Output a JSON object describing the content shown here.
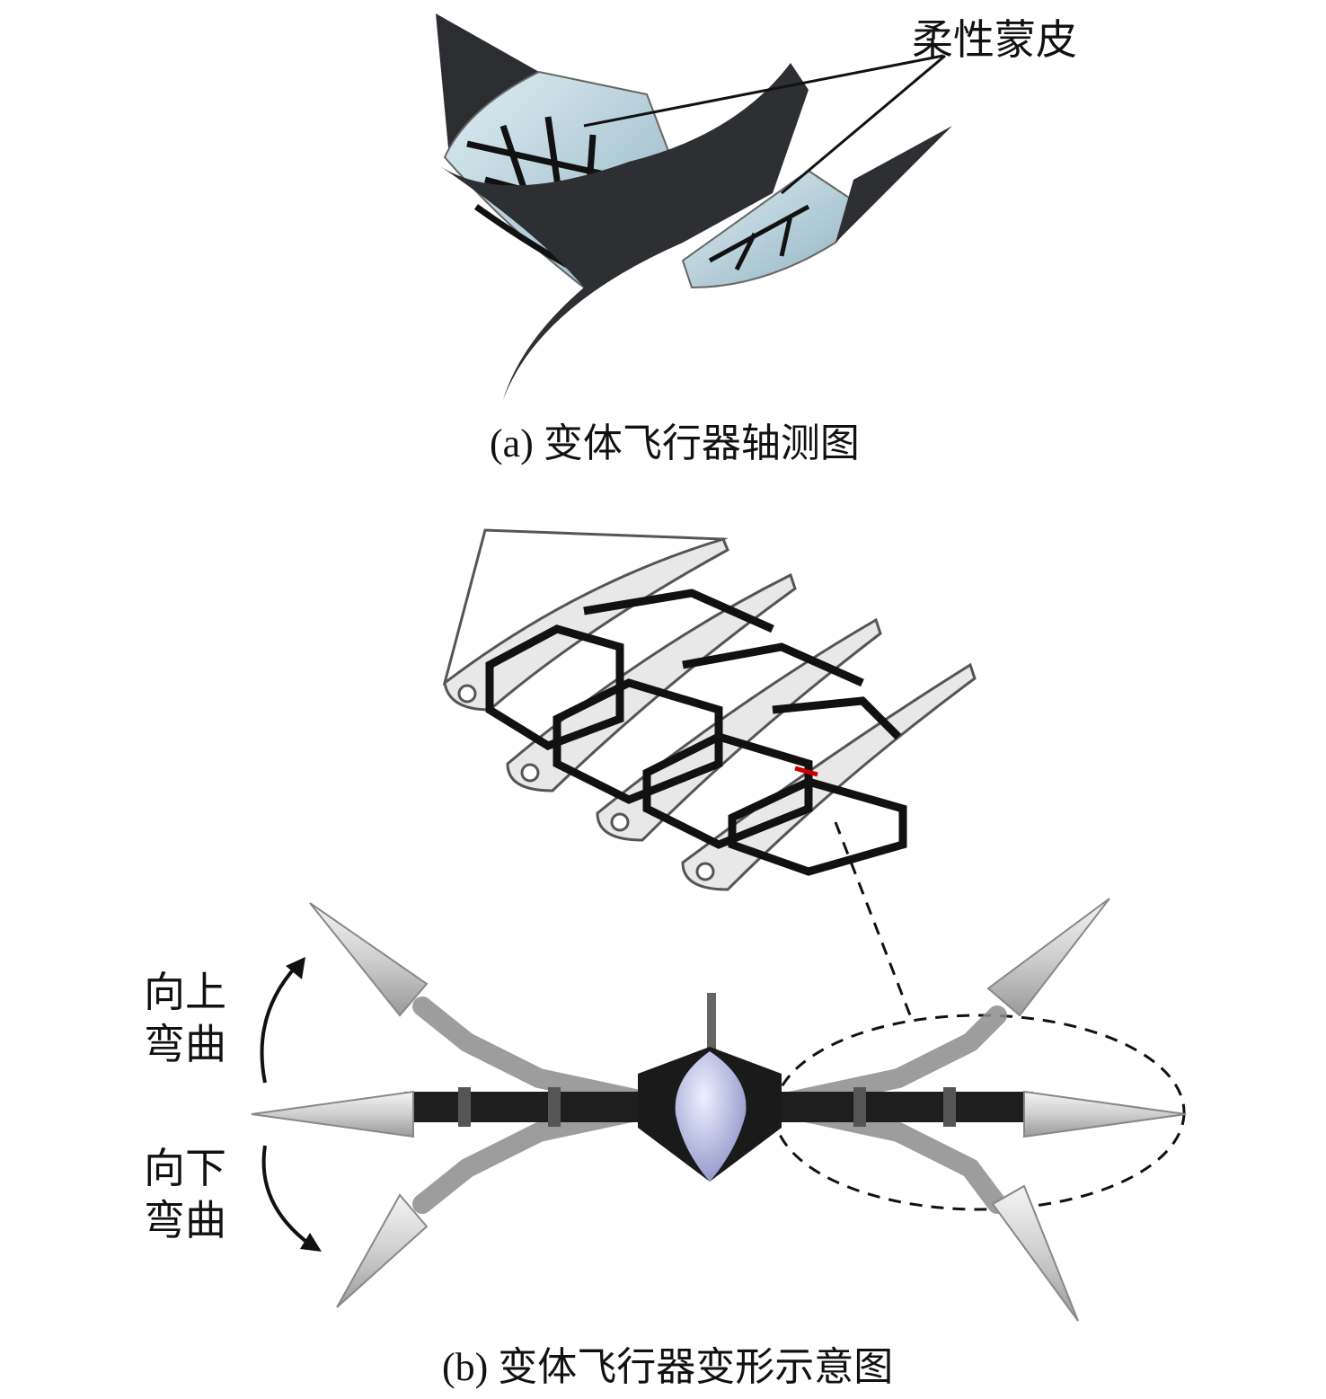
{
  "figure": {
    "callout_label": "柔性蒙皮",
    "caption_a": "(a) 变体飞行器轴测图",
    "caption_b": "(b) 变体飞行器变形示意图",
    "bend_up": {
      "line1": "向上",
      "line2": "弯曲"
    },
    "bend_down": {
      "line1": "向下",
      "line2": "弯曲"
    }
  },
  "colors": {
    "wing": "#2e2f33",
    "skin": "#b8d6e0",
    "frame": "#111111",
    "rib": "#e6e6e6",
    "nose": "#b9bde8"
  }
}
